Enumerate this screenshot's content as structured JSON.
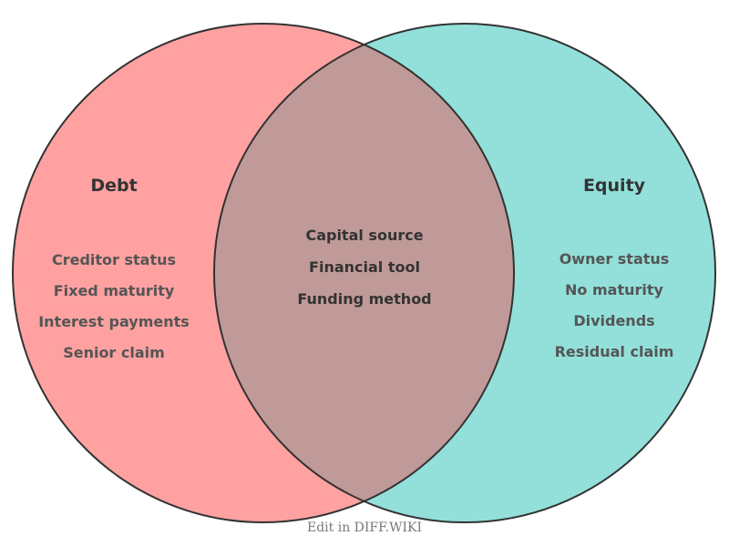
{
  "diagram": {
    "type": "venn",
    "left": {
      "title": "Debt",
      "color": "#ffa1a1",
      "items": [
        "Creditor status",
        "Fixed maturity",
        "Interest payments",
        "Senior claim"
      ]
    },
    "right": {
      "title": "Equity",
      "color": "#93e0da",
      "items": [
        "Owner status",
        "No maturity",
        "Dividends",
        "Residual claim"
      ]
    },
    "intersection": {
      "color": "#c09a98",
      "items": [
        "Capital source",
        "Financial tool",
        "Funding method"
      ]
    }
  },
  "footer": {
    "text": "Edit in DIFF.WIKI"
  }
}
